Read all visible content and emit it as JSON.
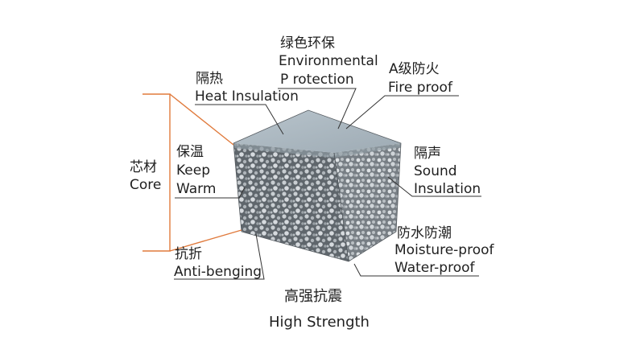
{
  "labels": {
    "env_cn": "绿色环保",
    "env_en_1": "Environmental",
    "env_en_2": "P rotection",
    "fire_cn": "A级防火",
    "fire_en": "Fire proof",
    "heat_cn": "隔热",
    "heat_en": "Heat Insulation",
    "core_cn": "芯材",
    "core_en": "Core",
    "keep_cn": "保温",
    "keep_en_1": "Keep",
    "keep_en_2": "Warm",
    "sound_cn": "隔声",
    "sound_en_1": "Sound",
    "sound_en_2": "Insulation",
    "moist_cn": "防水防潮",
    "moist_en_1": "Moisture-proof",
    "moist_en_2": "Water-proof",
    "bend_cn": "抗折",
    "bend_en": "Anti-benging",
    "strength_cn": "高强抗震",
    "strength_en": "High Strength"
  },
  "colors": {
    "bracket": "#e07a3c",
    "leader": "#333333",
    "top_face": "#a9b6bf",
    "side_left": "#6d747a",
    "side_right": "#8a9096"
  }
}
